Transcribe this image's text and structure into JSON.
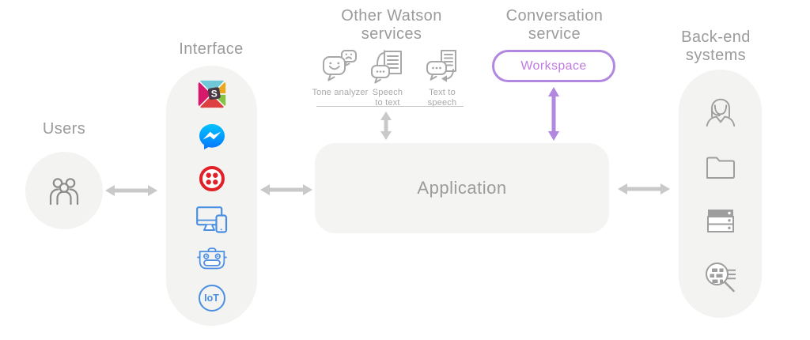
{
  "users": {
    "title": "Users"
  },
  "interface": {
    "title": "Interface",
    "slack_letter": "S",
    "iot_label": "IoT"
  },
  "watson": {
    "title": "Other Watson\nservices",
    "services": [
      {
        "label": "Tone analyzer"
      },
      {
        "label": "Speech\nto text"
      },
      {
        "label": "Text to\nspeech"
      }
    ]
  },
  "conversation": {
    "title": "Conversation\nservice",
    "workspace_label": "Workspace"
  },
  "application": {
    "label": "Application"
  },
  "backend": {
    "title": "Back-end\nsystems"
  },
  "icon_names": [
    "users-group-icon",
    "slack-icon",
    "messenger-icon",
    "twilio-icon",
    "devices-icon",
    "bot-icon",
    "iot-icon",
    "tone-analyzer-icon",
    "speech-to-text-icon",
    "text-to-speech-icon",
    "support-agent-icon",
    "folder-icon",
    "server-icon",
    "search-data-icon",
    "arrow-double-horizontal",
    "arrow-double-vertical"
  ],
  "colors": {
    "panel_gray": "#f3f3f1",
    "application_gray": "#f4f4f2",
    "title_gray": "#9b9b9b",
    "label_gray": "#a9a9a9",
    "arrow_gray": "#c9c9c9",
    "outline_icon_gray": "#9e9e9e",
    "accent_purple": "#b287e0",
    "workspace_text_purple": "#c07be0",
    "icon_blue": "#4a8fe2",
    "twilio_red": "#e12127",
    "messenger_blue": "#0084ff"
  }
}
